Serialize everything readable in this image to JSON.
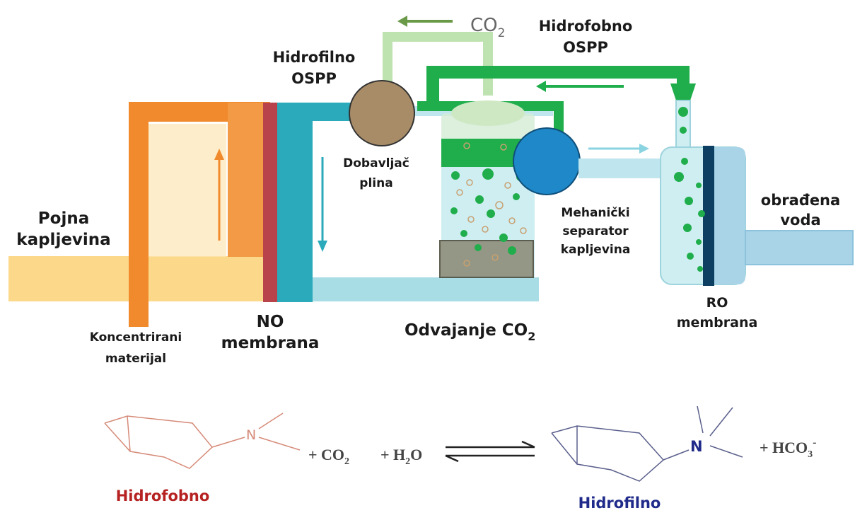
{
  "labels": {
    "co2_out": "CO",
    "co2_out_sub": "2",
    "hydrophobic_ospp_1": "Hidrofobno",
    "hydrophobic_ospp_2": "OSPP",
    "hydrophilic_ospp_1": "Hidrofilno",
    "hydrophilic_ospp_2": "OSPP",
    "gas_supplier_1": "Dobavljač",
    "gas_supplier_2": "plina",
    "feed_1": "Pojna",
    "feed_2": "kapljevina",
    "concentrate_1": "Koncentrirani",
    "concentrate_2": "materijal",
    "fo_membrane_1": "NO",
    "fo_membrane_2": "membrana",
    "co2_separation": "Odvajanje CO",
    "co2_separation_sub": "2",
    "mech_separator_1": "Mehanički",
    "mech_separator_2": "separator",
    "mech_separator_3": "kapljevina",
    "treated_water_1": "obrađena",
    "treated_water_2": "voda",
    "ro_membrane_1": "RO",
    "ro_membrane_2": "membrana"
  },
  "reaction": {
    "n_left": "N",
    "n_right": "N",
    "plus_co2": "+ CO",
    "co2_sub": "2",
    "plus_h2o": "+ H",
    "h2o_sub": "2",
    "h2o_end": "O",
    "plus_hco3": "+ HCO",
    "hco3_sub": "3",
    "hco3_sup": "-",
    "hydrophobic": "Hidrofobno",
    "hydrophilic": "Hidrofilno"
  },
  "colors": {
    "feed": "#fcd98a",
    "concentrate": "#f08a2c",
    "fo_membrane": "#b9434a",
    "draw": "#2aaabb",
    "light_blue": "#b9e3ec",
    "green": "#1fae4b",
    "light_green": "#bfe2b1",
    "dark_green": "#6a9a48",
    "gas_supplier": "#a88c68",
    "separator": "#1f88c8",
    "ro_membrane": "#0d3f63",
    "hydrophobic_text": "#b62222",
    "hydrophilic_text": "#1f2a8a",
    "hydrophobic_line": "#d68a78",
    "hydrophilic_line": "#5a5f8c"
  }
}
